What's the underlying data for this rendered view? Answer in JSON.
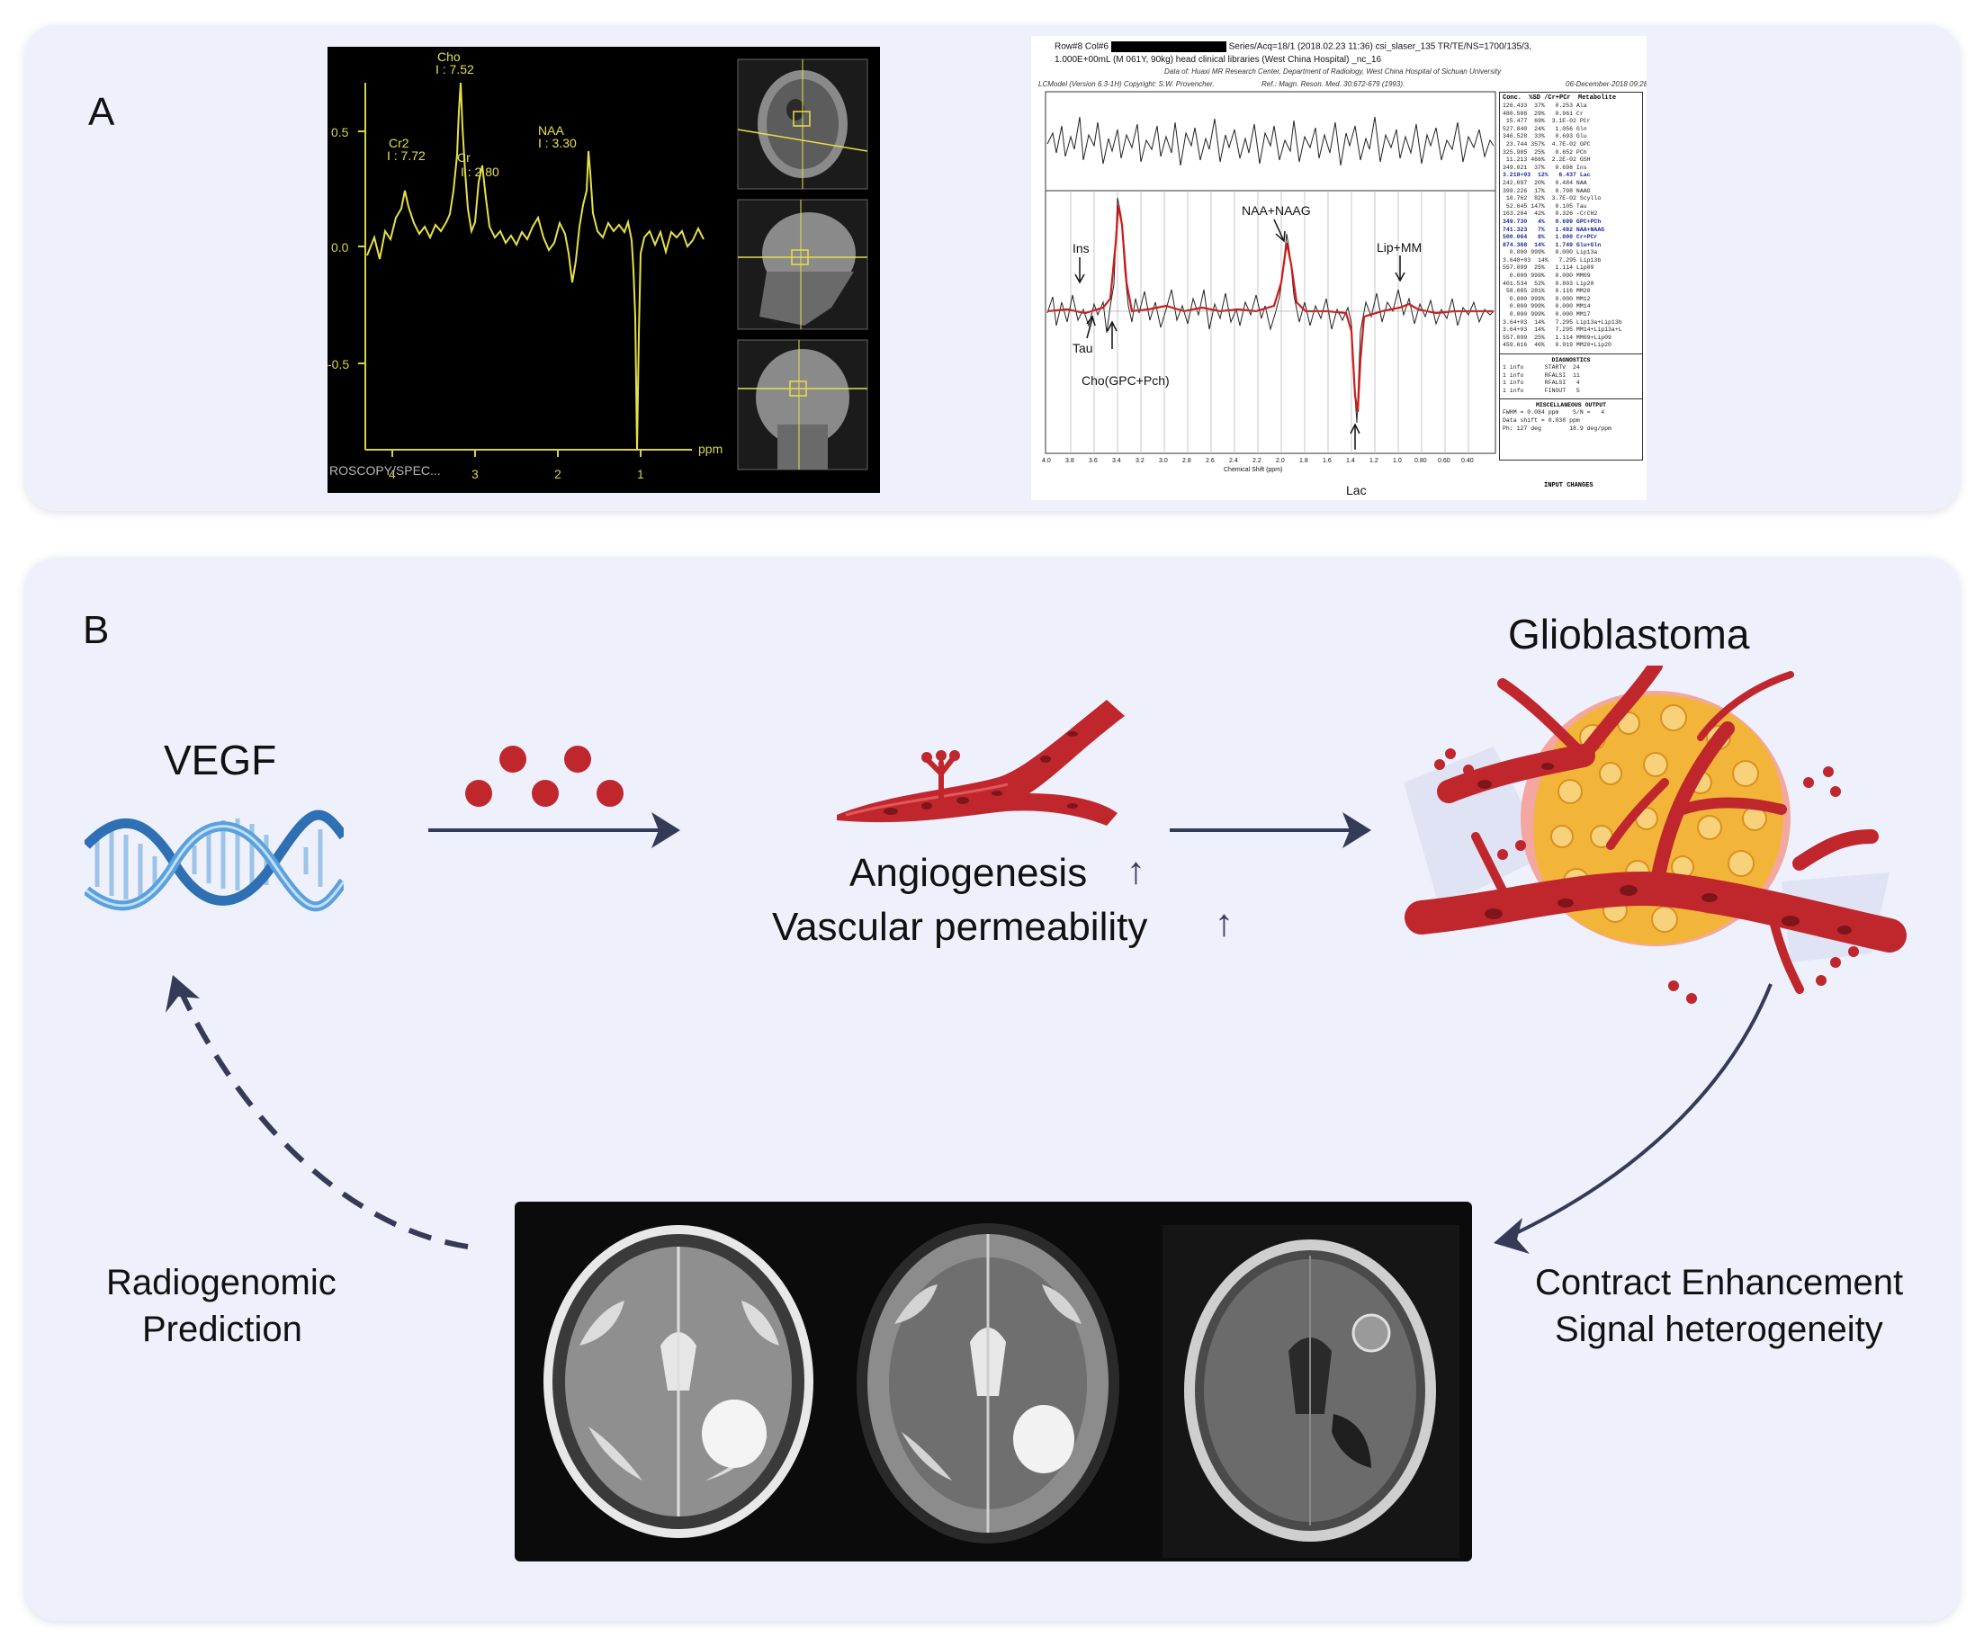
{
  "panel_a": {
    "label": "A",
    "spectrum": {
      "peaks": [
        {
          "name": "Cho",
          "value": "I : 7.52"
        },
        {
          "name": "Cr2",
          "value": "I : 7.72"
        },
        {
          "name": "Cr",
          "value": "I : 2.80"
        },
        {
          "name": "NAA",
          "value": "I : 3.30"
        }
      ],
      "y_ticks": [
        "0.5",
        "0.0",
        "-0.5"
      ],
      "x_ticks": [
        "4",
        "3",
        "2",
        "1"
      ],
      "x_unit": "ppm",
      "footer": "ROSCOPY/SPEC..."
    },
    "lcmodel": {
      "header_line1a": "Row#8 Col#6",
      "header_line1b": "Series/Acq=18/1 (2018.02.23 11:36) csi_slaser_135  TR/TE/NS=1700/135/3,",
      "header_line2": "1.000E+00mL (M 061Y, 90kg) head clinical libraries  (West China Hospital) _nc_16",
      "header_line3": "Data of: Huaxi MR Research Center, Department of Radiology, West China Hospital of Sichuan University",
      "header_line4a": "LCModel (Version 6.3-1H) Copyright: S.W. Provencher.",
      "header_line4b": "Ref.: Magn. Reson. Med. 30:672-679 (1993).",
      "header_date": "06-December-2018  09:28",
      "annotations": {
        "ins": "Ins",
        "tau": "Tau",
        "cho": "Cho(GPC+Pch)",
        "naa": "NAA+NAAG",
        "lip": "Lip+MM",
        "lac": "Lac"
      },
      "x_ticks": [
        "4.0",
        "3.8",
        "3.6",
        "3.4",
        "3.2",
        "3.0",
        "2.8",
        "2.6",
        "2.4",
        "2.2",
        "2.0",
        "1.8",
        "1.6",
        "1.4",
        "1.2",
        "1.0",
        "0.80",
        "0.60",
        "0.40"
      ],
      "x_label": "Chemical Shift (ppm)",
      "table_header": "Conc.  %SD /Cr+PCr  Metabolite",
      "table_rows": [
        "126.433  37%   0.253 Ala",
        "480.588  29%   0.961 Cr",
        " 15.477  69%  3.1E-02 PCr",
        "527.840  24%   1.056 Gln",
        "346.528  33%   0.693 Glu",
        " 23.744 357%  4.7E-02 GPC",
        "325.985  25%   0.652 PCh",
        " 11.213 466%  2.2E-02 GSH",
        "349.021  37%   0.698 Ins",
        "3.218+03  12%   6.437 Lac",
        "242.097  20%   0.484 NAA",
        "399.226  17%   0.798 NAAG",
        " 18.762  82%  3.7E-02 Scyllo",
        " 52.645 147%   0.105 Tau",
        "163.204  42%   0.326 -CrCH2",
        "349.730   4%   0.699 GPC+PCh",
        "741.323   7%   1.482 NAA+NAAG",
        "500.064   8%   1.000 Cr+PCr",
        "874.368  14%   1.749 Glu+Gln",
        "  0.000 999%   0.000 Lip13a",
        "3.648+03  14%   7.295 Lip13b",
        "557.099  25%   1.114 Lip09",
        "  0.000 999%   0.000 MM09",
        "401.534  52%   0.803 Lip20",
        " 58.085 281%   0.116 MM20",
        "  0.000 999%   0.000 MM12",
        "  0.000 999%   0.000 MM14",
        "  0.000 999%   0.000 MM17",
        "3.64+03  14%   7.295 Lip13a+Lip13b",
        "3.64+03  14%   7.295 MM14+Lip13a+L",
        "557.099  25%   1.114 MM09+Lip09",
        "459.616  46%   0.919 MM20+Lip20"
      ],
      "diagnostics_title": "DIAGNOSTICS",
      "diagnostics_rows": [
        "1 info      STARTV  24",
        "1 info      RFALSI  11",
        "1 info      RFALSI   4",
        "1 info      FINOUT   5"
      ],
      "misc_title": "MISCELLANEOUS OUTPUT",
      "misc_rows": [
        "FWHM = 0.084 ppm    S/N =   4",
        "Data shift = 0.038 ppm",
        "Ph: 127 deg        18.9 deg/ppm"
      ],
      "input_changes": "INPUT CHANGES"
    }
  },
  "panel_b": {
    "label": "B",
    "vegf": "VEGF",
    "angiogenesis": "Angiogenesis",
    "permeability": "Vascular permeability",
    "glioblastoma": "Glioblastoma",
    "contrast_line1": "Contract Enhancement",
    "contrast_line2": "Signal heterogeneity",
    "radio_line1": "Radiogenomic",
    "radio_line2": "Prediction",
    "arrow_up": "↑"
  },
  "colors": {
    "panel_bg": "#eef1fb",
    "arrow": "#353a57",
    "vessel_red": "#c0272d",
    "dark_red": "#8e1b22",
    "tumor_yellow": "#f2b53a",
    "spectrum_yellow": "#e6e04a",
    "fit_red": "#cc1c1c"
  }
}
